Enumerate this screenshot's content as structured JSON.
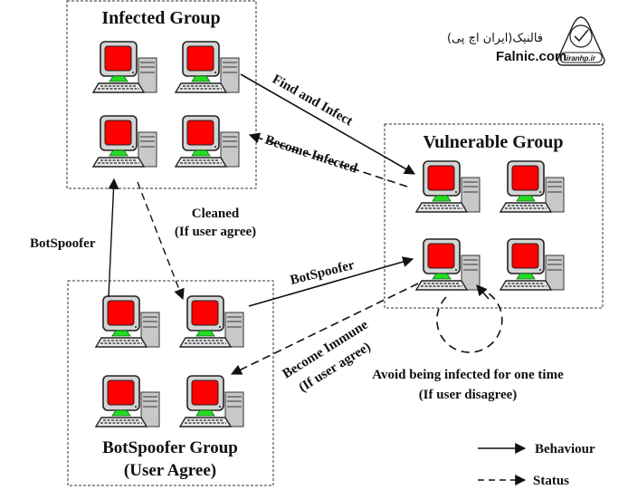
{
  "logo": {
    "persian_text": "فالنیک(ایران اچ پی)",
    "latin_text": "Falnic.com",
    "badge_text": "iranhp.ir"
  },
  "groups": {
    "infected": {
      "title": "Infected Group",
      "computers": 4
    },
    "vulnerable": {
      "title": "Vulnerable Group",
      "computers": 4
    },
    "botspoofer": {
      "title_line1": "BotSpoofer Group",
      "title_line2": "(User Agree)",
      "computers": 4
    }
  },
  "edges": {
    "find_infect": {
      "label": "Find and Infect",
      "type": "behaviour",
      "from": "Infected Group",
      "to": "Vulnerable Group"
    },
    "become_infected": {
      "label": "Become Infected",
      "type": "status",
      "from": "Vulnerable Group",
      "to": "Infected Group"
    },
    "cleaned": {
      "label_line1": "Cleaned",
      "label_line2": "(If user agree)",
      "type": "status",
      "from": "Infected Group",
      "to": "BotSpoofer Group"
    },
    "botspoofer_up": {
      "label": "BotSpoofer",
      "type": "behaviour",
      "from": "BotSpoofer Group",
      "to": "Infected Group"
    },
    "botspoofer_right": {
      "label": "BotSpoofer",
      "type": "behaviour",
      "from": "BotSpoofer Group",
      "to": "Vulnerable Group"
    },
    "become_immune": {
      "label_line1": "Become Immune",
      "label_line2": "(If user agree)",
      "type": "status",
      "from": "Vulnerable Group",
      "to": "BotSpoofer Group"
    },
    "avoid": {
      "label_line1": "Avoid being infected for one time",
      "label_line2": "(If user disagree)",
      "type": "status",
      "from": "Vulnerable Group",
      "to": "Vulnerable Group"
    }
  },
  "legend": {
    "behaviour": "Behaviour",
    "status": "Status"
  },
  "colors": {
    "screen": "#ff0000",
    "stand": "#22dd22",
    "case": "#c8c8c8",
    "outline": "#111111"
  }
}
